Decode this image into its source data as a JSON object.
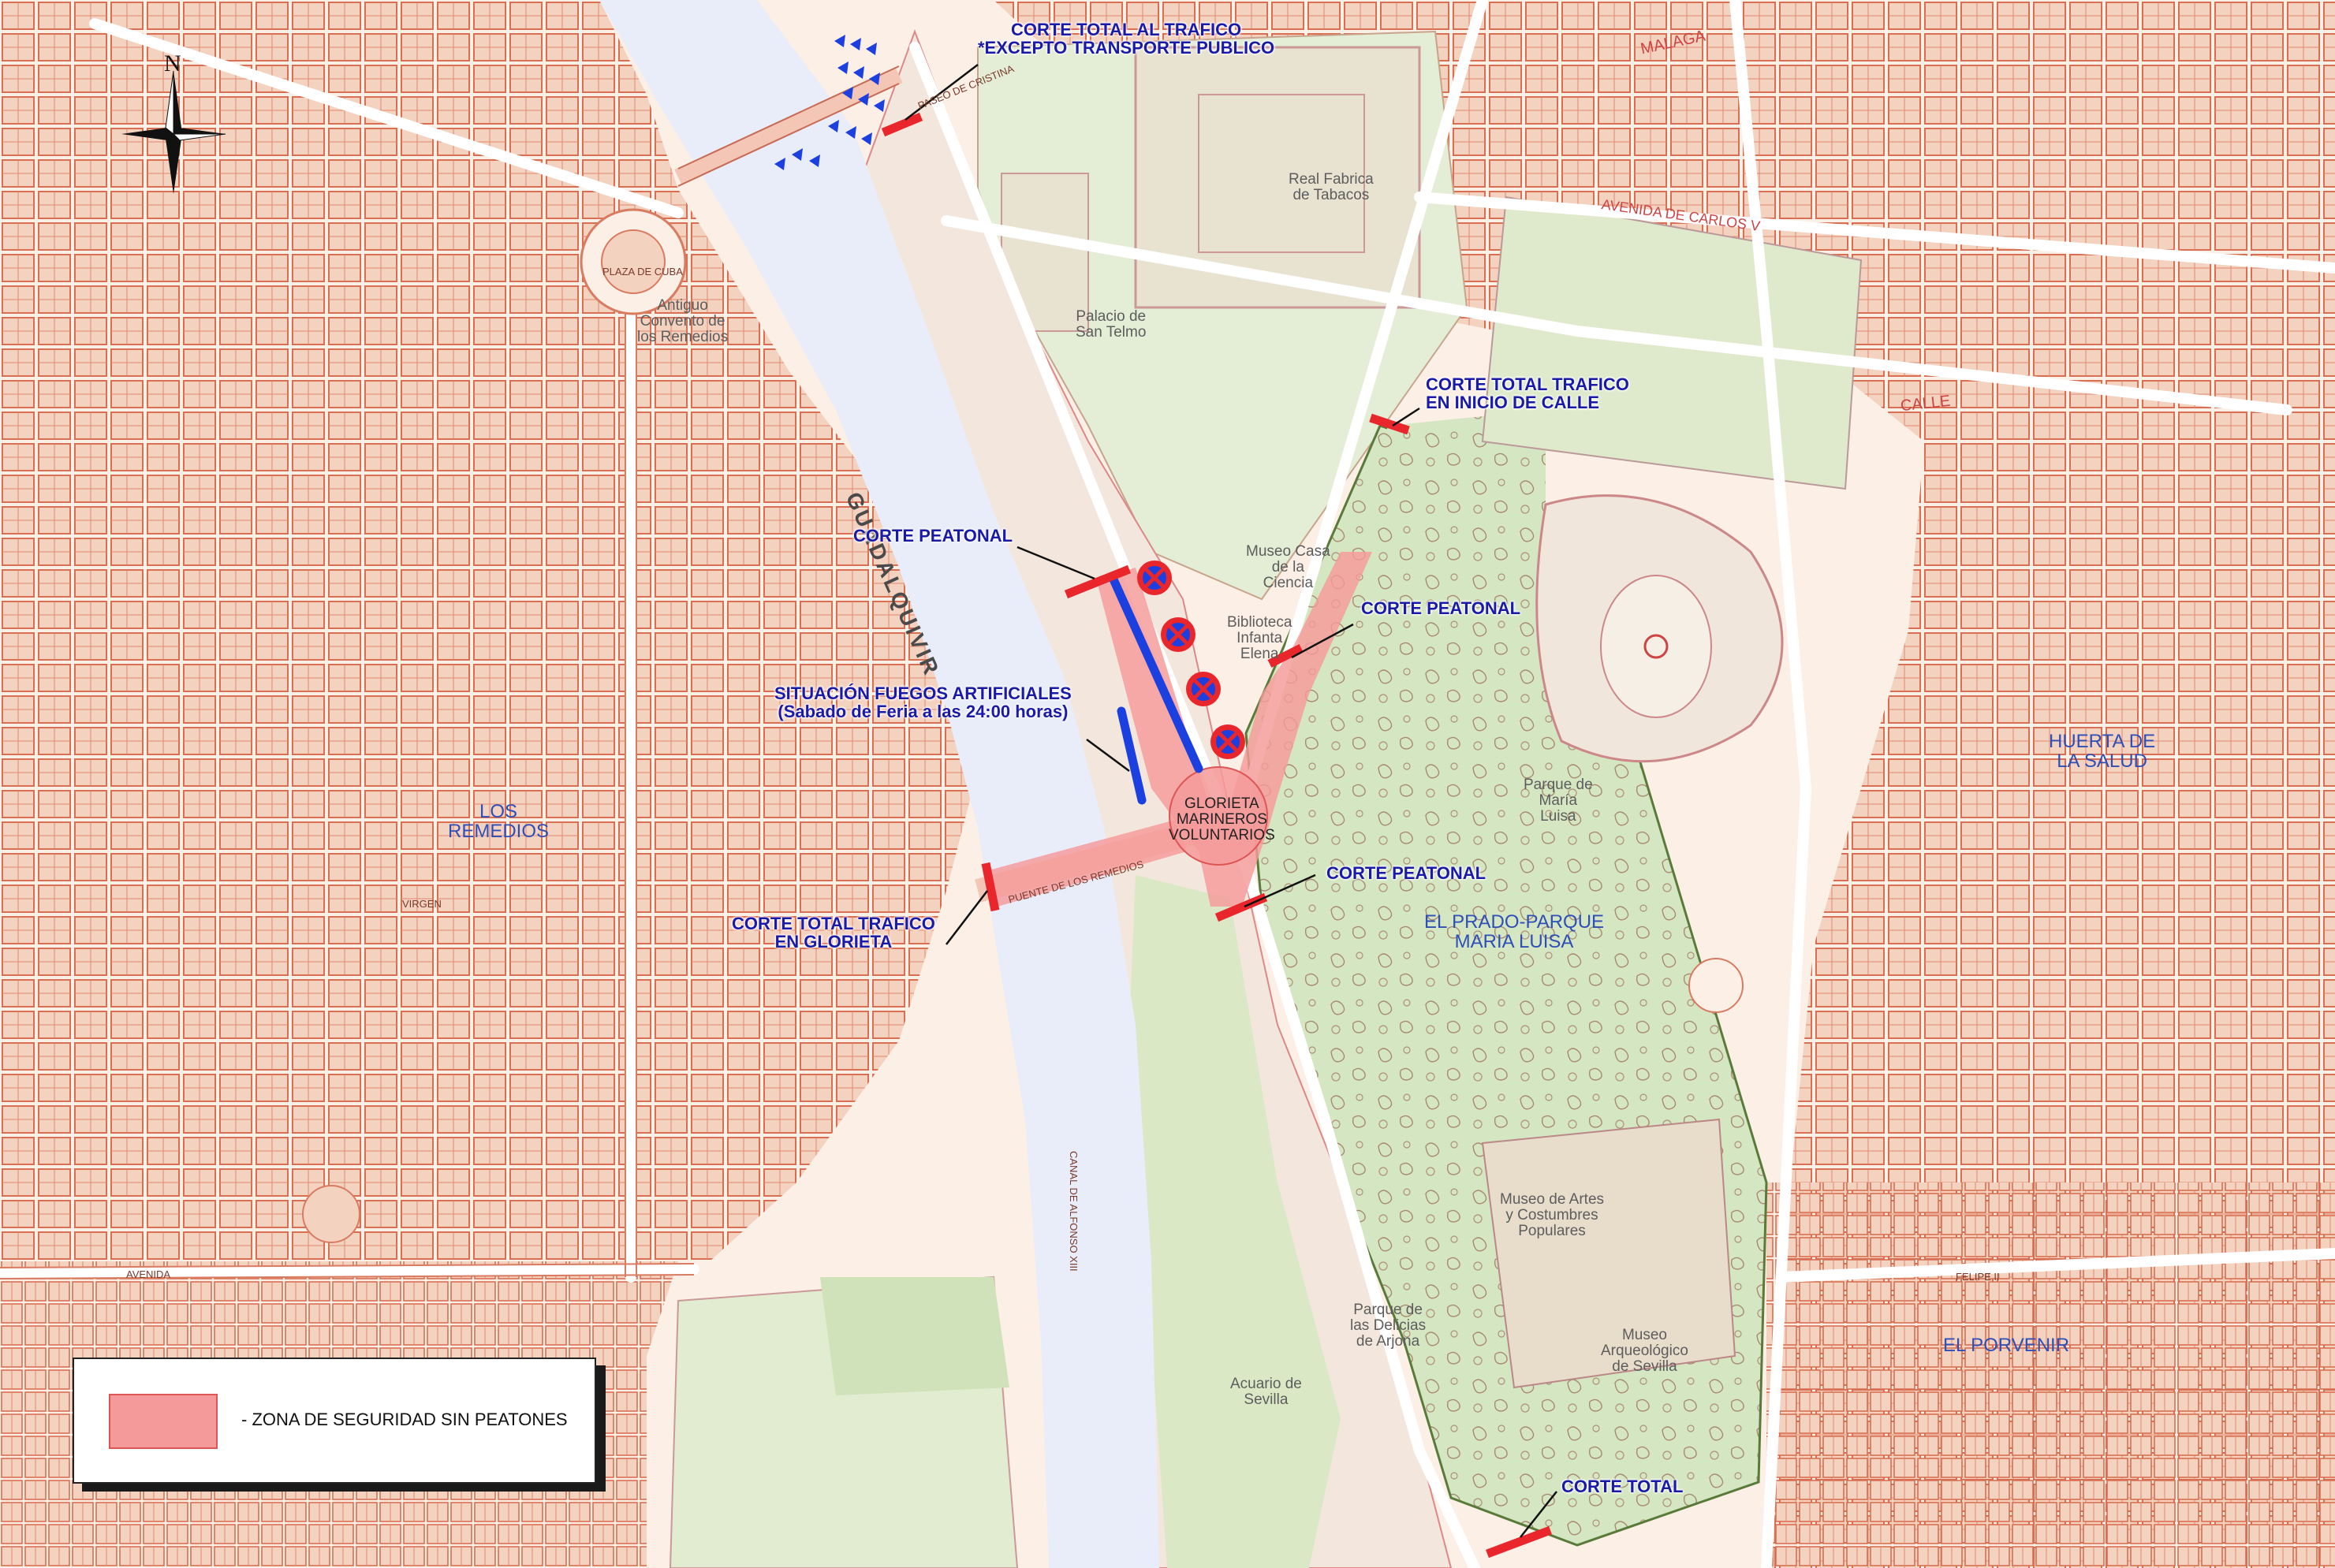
{
  "map": {
    "compass_label": "N",
    "colors": {
      "land": "#fbefe6",
      "block_fill": "#f4d2c0",
      "block_stroke": "#d96f52",
      "park": "#d5e6c2",
      "water": "#e9edf9",
      "security_zone": "#f59a9a",
      "closure_bar": "#e8262c",
      "fireworks_line": "#1c3fe0",
      "no_parking_sign": "#1c3fe0",
      "callout_text": "#1a1aa8"
    },
    "callouts": {
      "corte_total_trafico_line1": "CORTE TOTAL AL TRAFICO",
      "corte_total_trafico_line2": "*EXCEPTO TRANSPORTE PUBLICO",
      "corte_inicio_calle_line1": "CORTE TOTAL TRAFICO",
      "corte_inicio_calle_line2": "EN INICIO DE CALLE",
      "corte_peatonal_1": "CORTE PEATONAL",
      "corte_peatonal_2": "CORTE PEATONAL",
      "corte_peatonal_3": "CORTE PEATONAL",
      "fuegos_line1": "SITUACIÓN FUEGOS ARTIFICIALES",
      "fuegos_line2": "(Sabado de Feria a las 24:00 horas)",
      "corte_glorieta_line1": "CORTE TOTAL TRAFICO",
      "corte_glorieta_line2": "EN GLORIETA",
      "corte_total": "CORTE TOTAL"
    },
    "glorieta": {
      "line1": "GLORIETA",
      "line2": "MARINEROS",
      "line3": "VOLUNTARIOS"
    },
    "districts": {
      "los_remedios_1": "LOS",
      "los_remedios_2": "REMEDIOS",
      "huerta_salud_1": "HUERTA DE",
      "huerta_salud_2": "LA SALUD",
      "prado_1": "EL PRADO-PARQUE",
      "prado_2": "MARIA LUISA",
      "porvenir": "EL PORVENIR"
    },
    "places": {
      "fabrica_1": "Real Fabrica",
      "fabrica_2": "de Tabacos",
      "telmo_1": "Palacio de",
      "telmo_2": "San Telmo",
      "convento_1": "Antiguo",
      "convento_2": "Convento de",
      "convento_3": "los Remedios",
      "parque_1": "Parque de",
      "parque_2": "María",
      "parque_3": "Luisa",
      "museo_artes_1": "Museo de Artes",
      "museo_artes_2": "y Costumbres",
      "museo_artes_3": "Populares",
      "museo_arq_1": "Museo",
      "museo_arq_2": "Arqueológico",
      "museo_arq_3": "de Sevilla",
      "delicias_1": "Parque de",
      "delicias_2": "las Delicias",
      "delicias_3": "de Arjona",
      "acuario_1": "Acuario de",
      "acuario_2": "Sevilla",
      "plaza_cuba": "PLAZA DE CUBA",
      "casa_ciencia_1": "Museo Casa",
      "casa_ciencia_2": "de la",
      "casa_ciencia_3": "Ciencia",
      "biblioteca_1": "Biblioteca",
      "biblioteca_2": "Infanta",
      "biblioteca_3": "Elena"
    },
    "river_label": "GUADALQUIVIR",
    "streets": {
      "avenida": "AVENIDA",
      "calle": "CALLE",
      "virgen": "VIRGEN",
      "puente": "PUENTE DE LOS REMEDIOS",
      "canal": "CANAL DE ALFONSO XIII",
      "malaga": "MALAGA",
      "avenida_carlos": "AVENIDA DE CARLOS V",
      "felipe": "FELIPE II",
      "paseo_cristina": "PASEO DE CRISTINA"
    },
    "legend": {
      "text": "- ZONA DE SEGURIDAD SIN PEATONES"
    }
  }
}
